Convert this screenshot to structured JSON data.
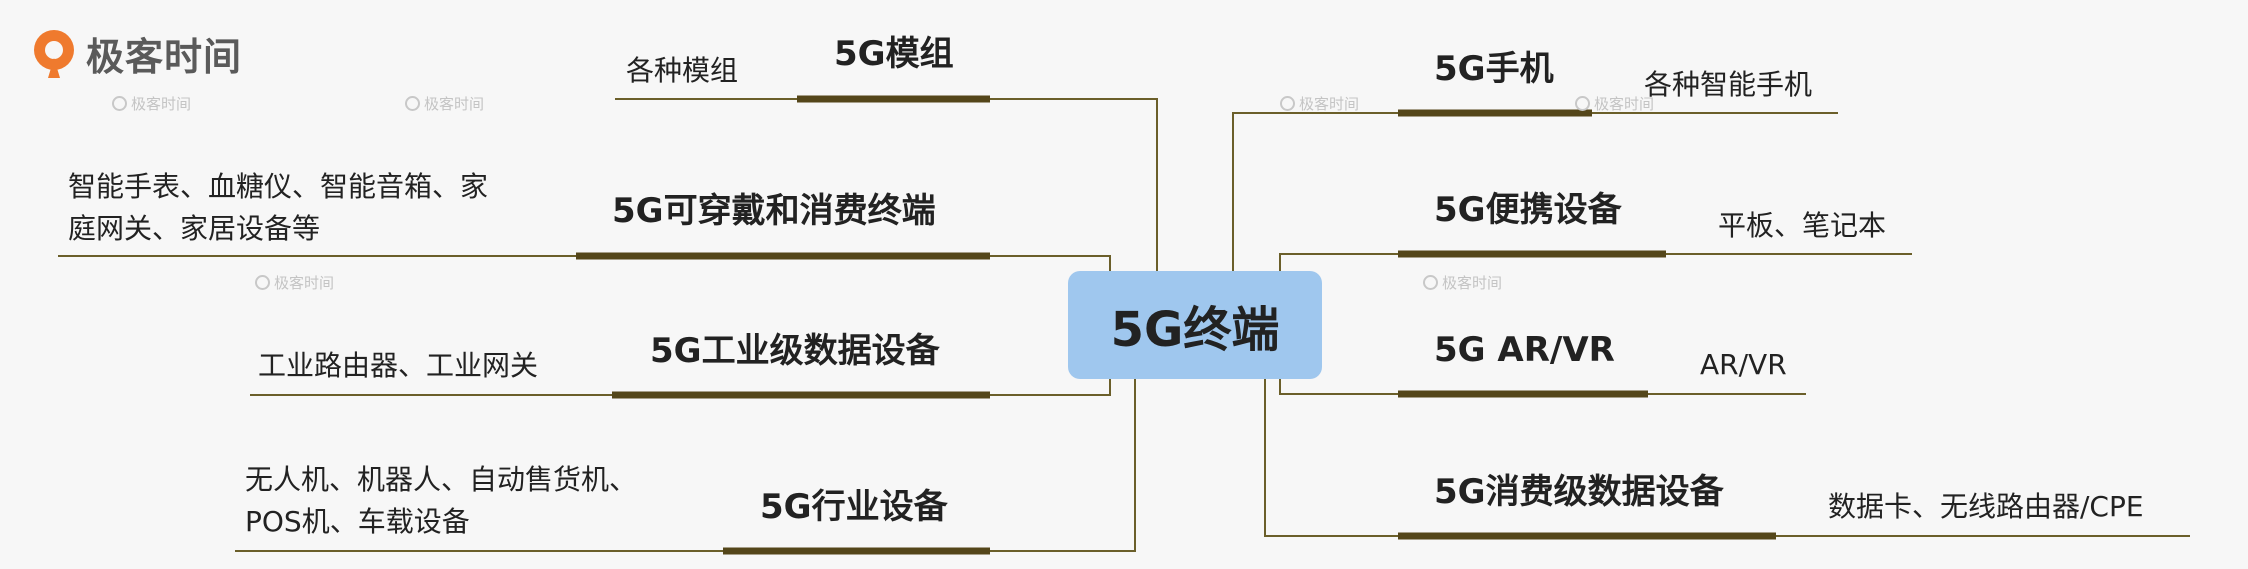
{
  "logo": {
    "text": "极客时间",
    "watermark": "极客时间"
  },
  "colors": {
    "center_bg": "#9fc7ee",
    "line": "#5a4a15",
    "thin_line": "#6b5f2a",
    "logo_accent": "#ef7a2e"
  },
  "center": {
    "label": "5G终端"
  },
  "left_branches": [
    {
      "label": "5G模组",
      "leaf": [
        "各种模组"
      ]
    },
    {
      "label": "5G可穿戴和消费终端",
      "leaf": [
        "智能手表、血糖仪、智能音箱、家",
        "庭网关、家居设备等"
      ]
    },
    {
      "label": "5G工业级数据设备",
      "leaf": [
        "工业路由器、工业网关"
      ]
    },
    {
      "label": "5G行业设备",
      "leaf": [
        "无人机、机器人、自动售货机、",
        "POS机、车载设备"
      ]
    }
  ],
  "right_branches": [
    {
      "label": "5G手机",
      "leaf": [
        "各种智能手机"
      ]
    },
    {
      "label": "5G便携设备",
      "leaf": [
        "平板、笔记本"
      ]
    },
    {
      "label": "5G AR/VR",
      "leaf": [
        "AR/VR"
      ]
    },
    {
      "label": "5G消费级数据设备",
      "leaf": [
        "数据卡、无线路由器/CPE"
      ]
    }
  ]
}
